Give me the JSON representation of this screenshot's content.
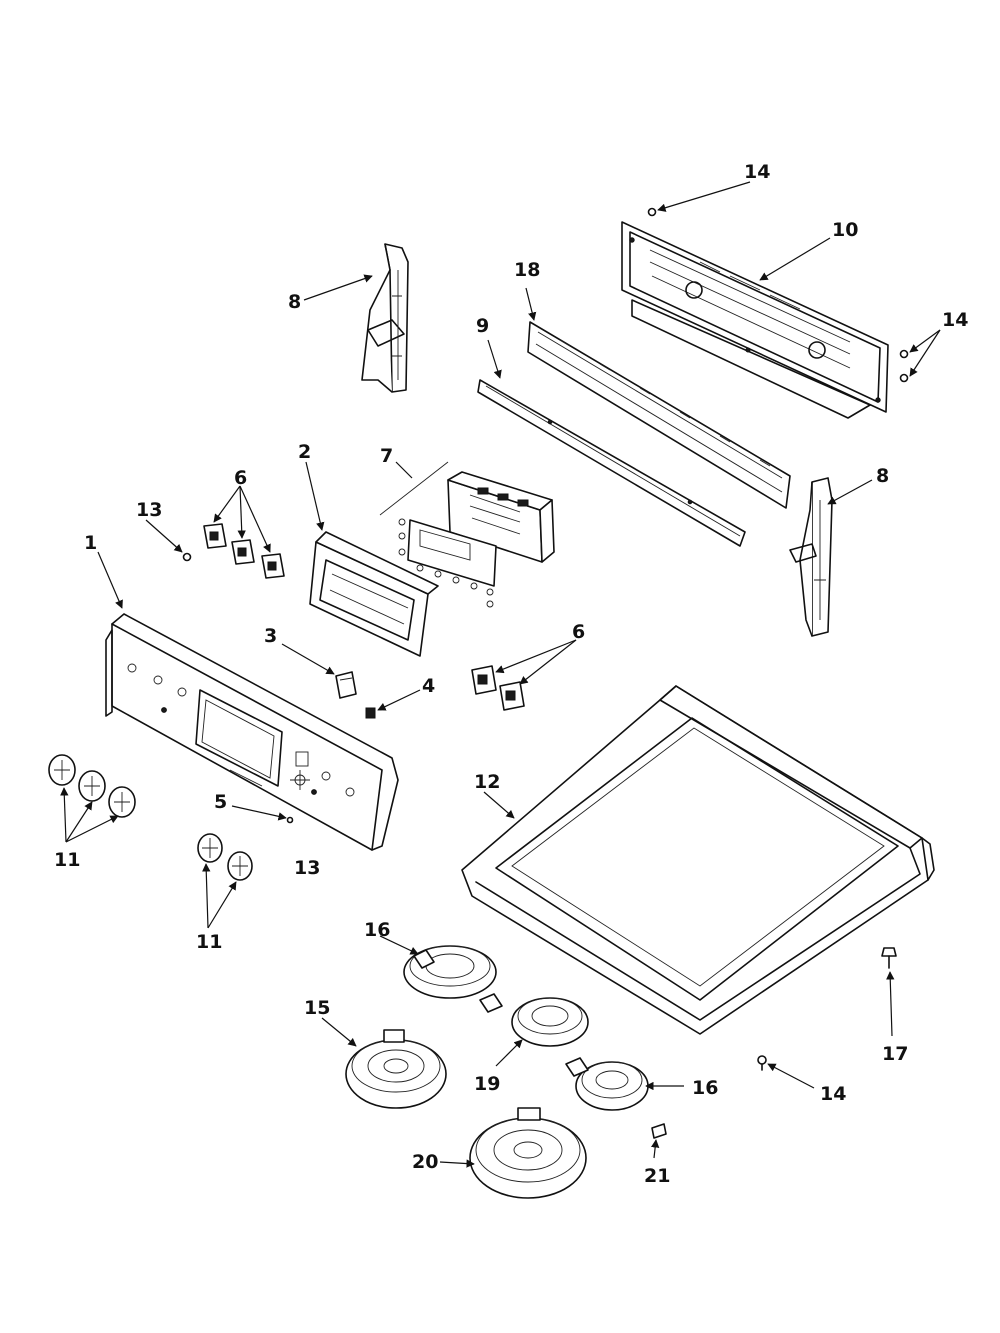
{
  "callouts": [
    {
      "id": "c1",
      "label": "1"
    },
    {
      "id": "c2",
      "label": "2"
    },
    {
      "id": "c3",
      "label": "3"
    },
    {
      "id": "c4",
      "label": "4"
    },
    {
      "id": "c5",
      "label": "5"
    },
    {
      "id": "c6a",
      "label": "6"
    },
    {
      "id": "c6b",
      "label": "6"
    },
    {
      "id": "c7",
      "label": "7"
    },
    {
      "id": "c8a",
      "label": "8"
    },
    {
      "id": "c8b",
      "label": "8"
    },
    {
      "id": "c9",
      "label": "9"
    },
    {
      "id": "c10",
      "label": "10"
    },
    {
      "id": "c11a",
      "label": "11"
    },
    {
      "id": "c11b",
      "label": "11"
    },
    {
      "id": "c12",
      "label": "12"
    },
    {
      "id": "c13a",
      "label": "13"
    },
    {
      "id": "c13b",
      "label": "13"
    },
    {
      "id": "c14a",
      "label": "14"
    },
    {
      "id": "c14b",
      "label": "14"
    },
    {
      "id": "c14c",
      "label": "14"
    },
    {
      "id": "c15",
      "label": "15"
    },
    {
      "id": "c16a",
      "label": "16"
    },
    {
      "id": "c16b",
      "label": "16"
    },
    {
      "id": "c17",
      "label": "17"
    },
    {
      "id": "c18",
      "label": "18"
    },
    {
      "id": "c19",
      "label": "19"
    },
    {
      "id": "c20",
      "label": "20"
    },
    {
      "id": "c21",
      "label": "21"
    }
  ]
}
